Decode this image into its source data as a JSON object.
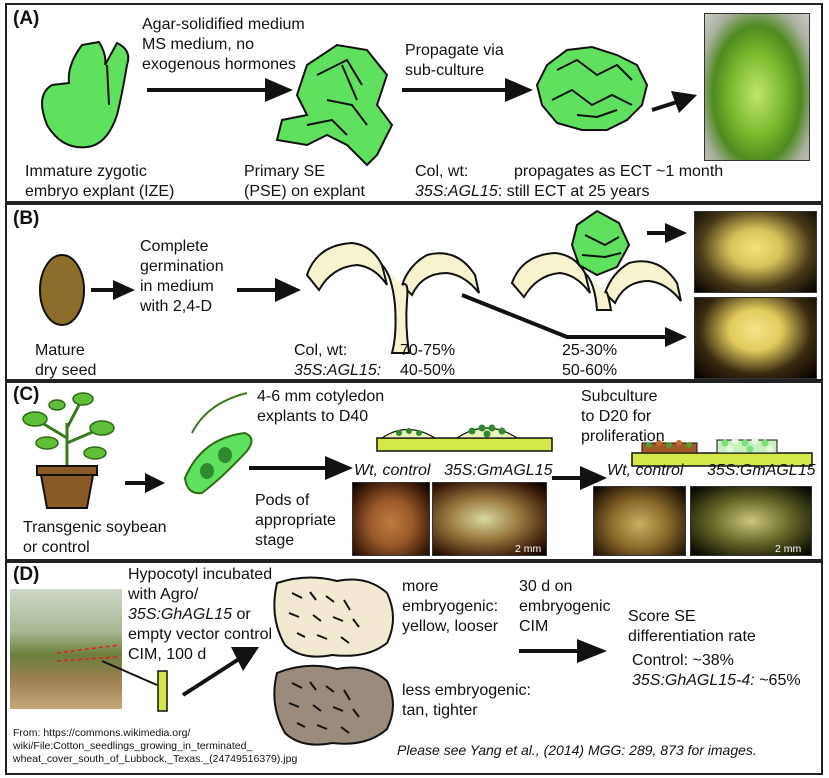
{
  "panelA": {
    "label": "(A)",
    "step1_line1": "Agar-solidified medium",
    "step1_line2": "MS medium, no",
    "step1_line3": "exogenous hormones",
    "step2_line1": "Propagate via",
    "step2_line2": "sub-culture",
    "ize_line1": "Immature zygotic",
    "ize_line2": "embryo explant (IZE)",
    "pse_line1": "Primary SE",
    "pse_line2": "(PSE) on explant",
    "col_label": "Col, wt:",
    "col_value": "propagates as ECT ~1 month",
    "agl_label": "35S:AGL15",
    "agl_value": ": still ECT at 25 years"
  },
  "panelB": {
    "label": "(B)",
    "germ_line1": "Complete",
    "germ_line2": "germination",
    "germ_line3": "in medium",
    "germ_line4": "with 2,4-D",
    "seed_line1": "Mature",
    "seed_line2": "dry seed",
    "col_label": "Col, wt:",
    "col_value1": "70-75%",
    "col_value2": "25-30%",
    "agl_label": "35S:AGL15:",
    "agl_value1": "40-50%",
    "agl_value2": "50-60%"
  },
  "panelC": {
    "label": "(C)",
    "explant_line1": "4-6 mm cotyledon",
    "explant_line2": "explants to D40",
    "sub_line1": "Subculture",
    "sub_line2": "to D20 for",
    "sub_line3": "proliferation",
    "plant_line1": "Transgenic soybean",
    "plant_line2": "or control",
    "pods_line1": "Pods of",
    "pods_line2": "appropriate",
    "pods_line3": "stage",
    "wt1": "Wt, control",
    "gm1": "35S:GmAGL15",
    "wt2": "Wt, control",
    "gm2": "35S:GmAGL15",
    "scale1": "2 mm",
    "scale2": "2 mm"
  },
  "panelD": {
    "label": "(D)",
    "hypo_line1": "Hypocotyl  incubated",
    "hypo_line2": "with Agro/",
    "hypo_line3": "35S:GhAGL15",
    "hypo_line3b": " or",
    "hypo_line4": "empty vector control",
    "hypo_line5": "CIM, 100 d",
    "more_line1": "more",
    "more_line2": "embryogenic:",
    "more_line3": "yellow, looser",
    "less_line1": "less embryogenic:",
    "less_line2": "tan, tighter",
    "cim_line1": "30 d on",
    "cim_line2": "embryogenic",
    "cim_line3": "CIM",
    "score_line1": "Score SE",
    "score_line2": "differentiation rate",
    "ctrl": "Control:  ~38%",
    "gh_label": "35S:GhAGL15-4:",
    "gh_value": "  ~65%",
    "source_line1": "From: https://commons.wikimedia.org/",
    "source_line2": "wiki/File:Cotton_seedlings_growing_in_terminated_",
    "source_line3": "wheat_cover_south_of_Lubbock,_Texas._(24749516379).jpg",
    "ref_text": "Please see Yang et al., (2014) MGG: 289, 873  for images."
  },
  "colors": {
    "leaf_green": "#5fe05f",
    "cream": "#f7f3cf",
    "seed_brown": "#8c6d2a",
    "pot_brown": "#8a5a26",
    "callus_light": "#f2ead0",
    "callus_tan": "#9a8b7c",
    "yellow_strip": "#d4e84a"
  }
}
